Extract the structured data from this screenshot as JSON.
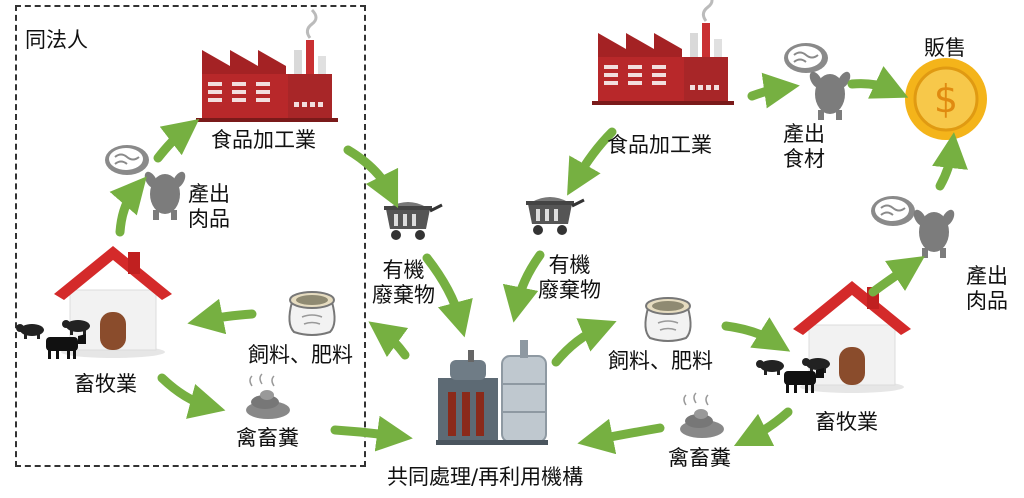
{
  "group_label": "同法人",
  "food_plant_left": "食品加工業",
  "food_plant_right": "食品加工業",
  "meat_out_left": [
    "產出",
    "肉品"
  ],
  "meat_out_right": [
    "產出",
    "肉品"
  ],
  "food_out": [
    "產出",
    "食材"
  ],
  "sales": "販售",
  "organic_waste_left": [
    "有機",
    "廢棄物"
  ],
  "organic_waste_right": [
    "有機",
    "廢棄物"
  ],
  "feed_left": "飼料、肥料",
  "feed_right": "飼料、肥料",
  "livestock_left": "畜牧業",
  "livestock_right": "畜牧業",
  "manure_left": "禽畜糞",
  "manure_right": "禽畜糞",
  "facility": "共同處理/再利用機構",
  "colors": {
    "arrow": "#76b041",
    "factory": "#c0392b",
    "roof": "#d42a2a",
    "coin": "#f4b41a"
  },
  "icons": [
    "factory-icon",
    "house-icon",
    "livestock-icon",
    "meat-icon",
    "chicken-icon",
    "coin-icon",
    "mine-cart-icon",
    "sack-icon",
    "manure-icon",
    "facility-icon"
  ]
}
